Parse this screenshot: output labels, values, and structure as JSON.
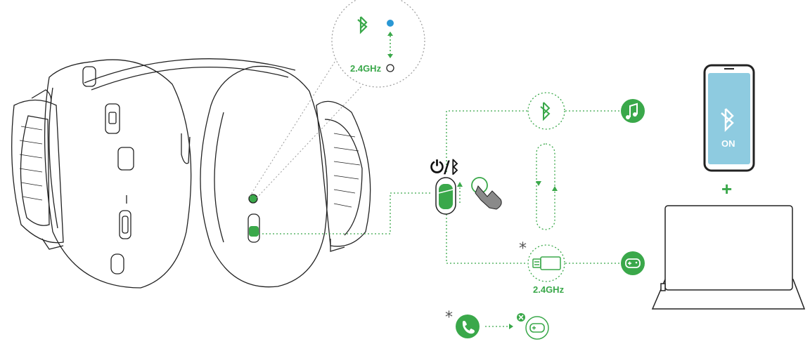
{
  "labels": {
    "freq_top": "2.4GHz",
    "freq_bottom": "2.4GHz",
    "control_label": "⏻/ᛒ",
    "phone_status": "ON",
    "plus_sign": "+",
    "asterisk": "*"
  },
  "colors": {
    "accent_green": "#3aa84a",
    "bluetooth_blue": "#2a97d4",
    "phone_screen": "#8ecbe0",
    "outline": "#222222"
  },
  "icons": [
    "bluetooth-icon",
    "music-note-icon",
    "gamepad-icon",
    "phone-call-icon",
    "usb-dongle-icon",
    "hand-pointer-icon",
    "power-icon"
  ]
}
